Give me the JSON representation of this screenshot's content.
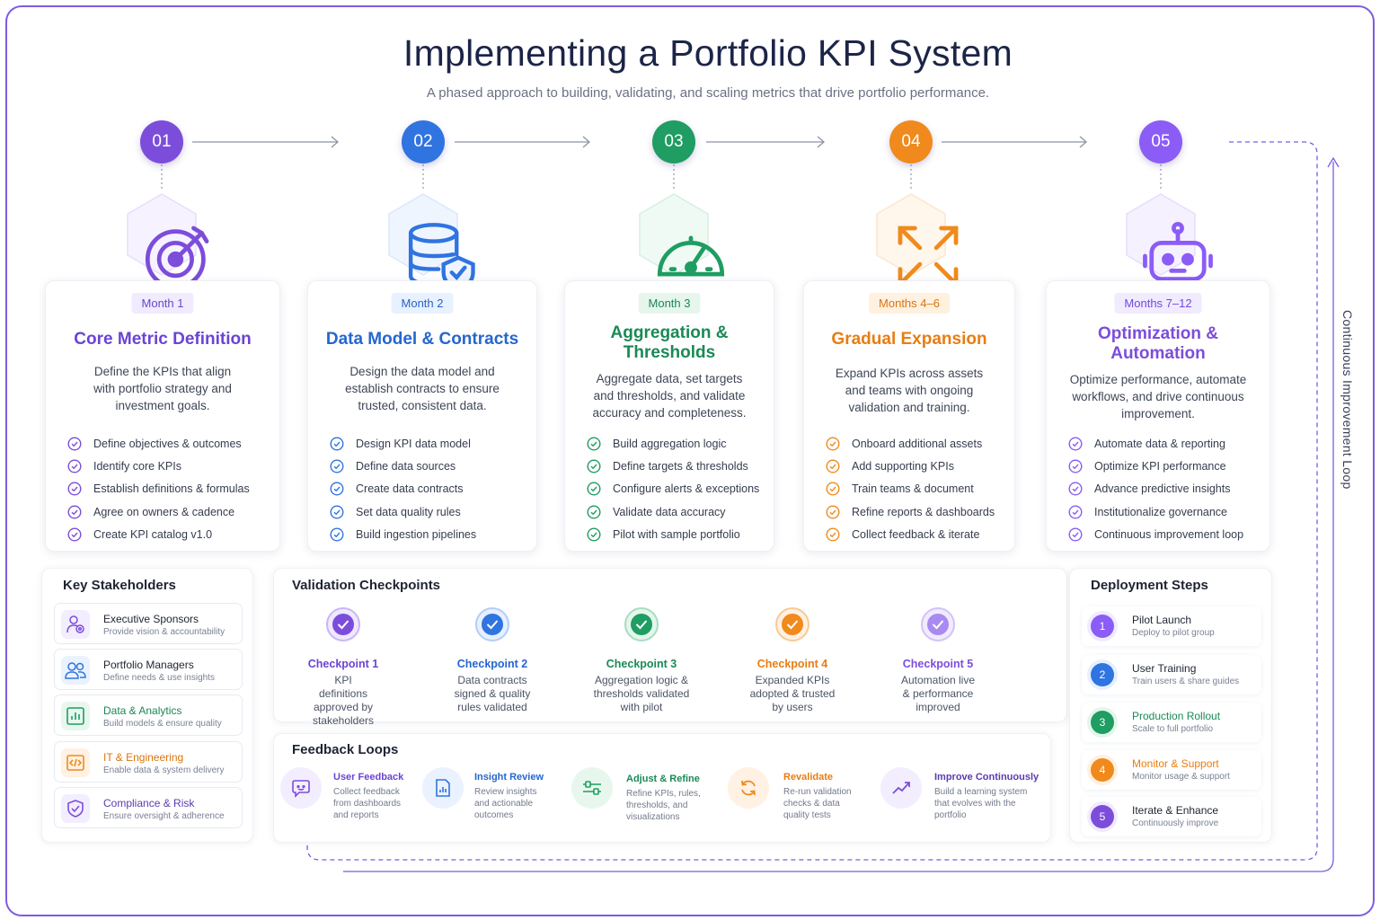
{
  "header": {
    "title": "Implementing a Portfolio KPI System",
    "subtitle": "A phased approach to building, validating, and scaling metrics that drive portfolio performance."
  },
  "colors": {
    "purple": "#7c4ddb",
    "blue": "#2f74e0",
    "green": "#1f9d62",
    "orange": "#f08a1c",
    "violet": "#8b5cf6",
    "navy": "#1c2547",
    "frame": "#7c5ce0"
  },
  "phases": [
    {
      "num": "01",
      "badge": "Month 1",
      "title": "Core Metric Definition",
      "desc": "Define the KPIs that align with portfolio strategy and investment goals.",
      "icon": "target-icon",
      "items": [
        "Define objectives & outcomes",
        "Identify core KPIs",
        "Establish definitions & formulas",
        "Agree on owners & cadence",
        "Create KPI catalog v1.0"
      ]
    },
    {
      "num": "02",
      "badge": "Month 2",
      "title": "Data Model & Contracts",
      "desc": "Design the data model and establish contracts to ensure trusted, consistent data.",
      "icon": "database-shield-icon",
      "items": [
        "Design KPI data model",
        "Define data sources",
        "Create data contracts",
        "Set data quality rules",
        "Build ingestion pipelines"
      ]
    },
    {
      "num": "03",
      "badge": "Month 3",
      "title": "Aggregation & Thresholds",
      "desc": "Aggregate data, set targets and thresholds, and validate accuracy and completeness.",
      "icon": "gauge-icon",
      "items": [
        "Build aggregation logic",
        "Define targets & thresholds",
        "Configure alerts & exceptions",
        "Validate data accuracy",
        "Pilot with sample portfolio"
      ]
    },
    {
      "num": "04",
      "badge": "Months 4–6",
      "title": "Gradual Expansion",
      "desc": "Expand KPIs across assets and teams with ongoing validation and training.",
      "icon": "expand-icon",
      "items": [
        "Onboard additional assets",
        "Add supporting KPIs",
        "Train teams & document",
        "Refine reports & dashboards",
        "Collect feedback & iterate"
      ]
    },
    {
      "num": "05",
      "badge": "Months 7–12",
      "title": "Optimization & Automation",
      "desc": "Optimize performance, automate workflows, and drive continuous improvement.",
      "icon": "robot-icon",
      "items": [
        "Automate data & reporting",
        "Optimize KPI performance",
        "Advance predictive insights",
        "Institutionalize governance",
        "Continuous improvement loop"
      ]
    }
  ],
  "stakeholders": {
    "title": "Key Stakeholders",
    "items": [
      {
        "name": "Executive Sponsors",
        "sub": "Provide vision & accountability"
      },
      {
        "name": "Portfolio Managers",
        "sub": "Define needs & use insights"
      },
      {
        "name": "Data & Analytics",
        "sub": "Build models & ensure quality"
      },
      {
        "name": "IT & Engineering",
        "sub": "Enable data & system delivery"
      },
      {
        "name": "Compliance & Risk",
        "sub": "Ensure oversight & adherence"
      }
    ]
  },
  "checkpoints": {
    "title": "Validation Checkpoints",
    "items": [
      {
        "title": "Checkpoint 1",
        "desc": "KPI definitions approved by stakeholders"
      },
      {
        "title": "Checkpoint 2",
        "desc": "Data contracts signed & quality rules validated"
      },
      {
        "title": "Checkpoint 3",
        "desc": "Aggregation logic & thresholds validated with pilot"
      },
      {
        "title": "Checkpoint 4",
        "desc": "Expanded KPIs adopted & trusted by users"
      },
      {
        "title": "Checkpoint 5",
        "desc": "Automation live & performance improved"
      }
    ]
  },
  "feedback": {
    "title": "Feedback Loops",
    "items": [
      {
        "title": "User Feedback",
        "desc": "Collect feedback from dashboards and reports"
      },
      {
        "title": "Insight Review",
        "desc": "Review insights and actionable outcomes"
      },
      {
        "title": "Adjust & Refine",
        "desc": "Refine KPIs, rules, thresholds, and visualizations"
      },
      {
        "title": "Revalidate",
        "desc": "Re-run validation checks & data quality tests"
      },
      {
        "title": "Improve Continuously",
        "desc": "Build a learning system that evolves with the portfolio"
      }
    ]
  },
  "deployment": {
    "title": "Deployment Steps",
    "items": [
      {
        "num": "1",
        "name": "Pilot Launch",
        "sub": "Deploy to pilot group"
      },
      {
        "num": "2",
        "name": "User Training",
        "sub": "Train users & share guides"
      },
      {
        "num": "3",
        "name": "Production Rollout",
        "sub": "Scale to full portfolio"
      },
      {
        "num": "4",
        "name": "Monitor & Support",
        "sub": "Monitor usage & support"
      },
      {
        "num": "5",
        "name": "Iterate & Enhance",
        "sub": "Continuously improve"
      }
    ]
  },
  "loop_label": "Continuous Improvement Loop"
}
